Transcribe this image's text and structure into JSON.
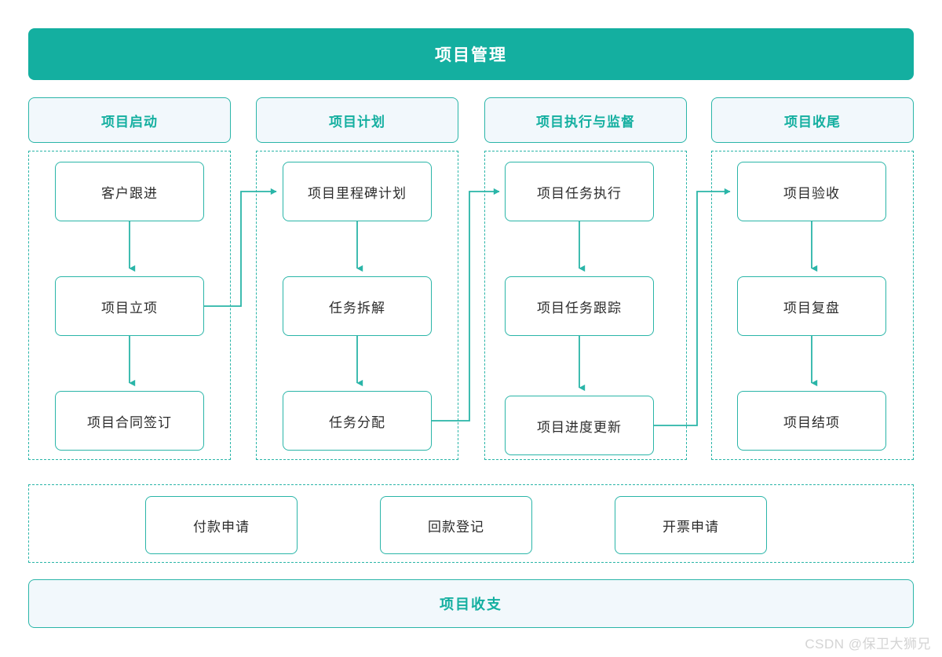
{
  "diagram": {
    "title": "项目管理",
    "accent_color": "#14afa0",
    "border_color": "#2ab5a8",
    "header_fill": "#f2f8fc",
    "node_text_color": "#2c2c2c",
    "phases": [
      {
        "header": "项目启动",
        "nodes": [
          "客户跟进",
          "项目立项",
          "项目合同签订"
        ]
      },
      {
        "header": "项目计划",
        "nodes": [
          "项目里程碑计划",
          "任务拆解",
          "任务分配"
        ]
      },
      {
        "header": "项目执行与监督",
        "nodes": [
          "项目任务执行",
          "项目任务跟踪",
          "项目进度更新"
        ]
      },
      {
        "header": "项目收尾",
        "nodes": [
          "项目验收",
          "项目复盘",
          "项目结项"
        ]
      }
    ],
    "finance_nodes": [
      "付款申请",
      "回款登记",
      "开票申请"
    ],
    "footer": "项目收支",
    "watermark": "CSDN @保卫大狮兄"
  }
}
